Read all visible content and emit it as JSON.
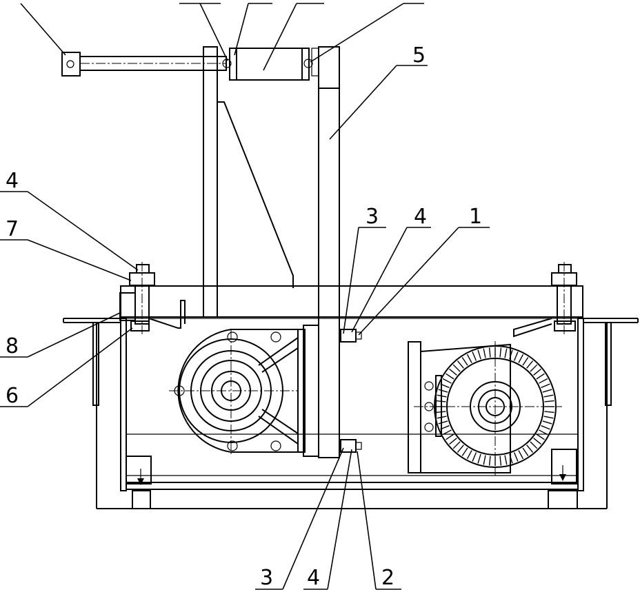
{
  "labels": {
    "l1": "1",
    "l2": "2",
    "l3_top": "3",
    "l3_bottom": "3",
    "l4_top_right": "4",
    "l4_left": "4",
    "l4_bottom": "4",
    "l5": "5",
    "l6": "6",
    "l7": "7",
    "l8": "8"
  }
}
